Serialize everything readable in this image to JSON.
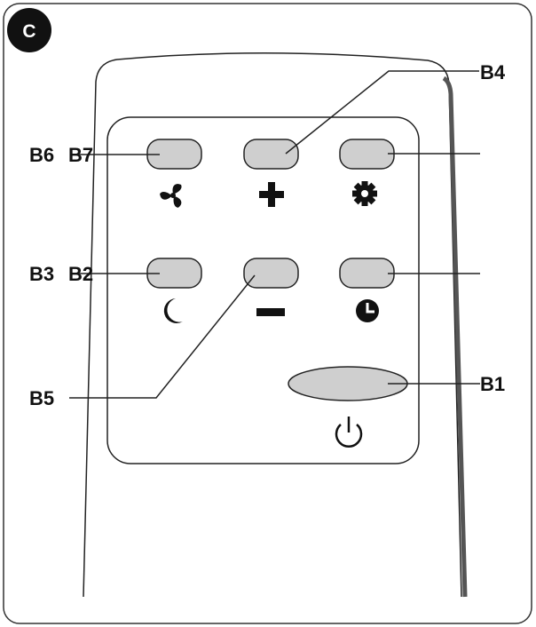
{
  "figure": {
    "panel_letter": "C",
    "labels": {
      "b1": "B1",
      "b2": "B2",
      "b3": "B3",
      "b4": "B4",
      "b5": "B5",
      "b6": "B6",
      "b7": "B7"
    },
    "icons": {
      "fan": "fan-icon",
      "plus": "plus-icon",
      "settings": "gear-icon",
      "sleep": "moon-icon",
      "minus": "minus-icon",
      "timer": "clock-icon",
      "power": "power-icon"
    },
    "colors": {
      "button_fill": "#cfcfcf",
      "line": "#222222",
      "badge": "#111111",
      "remote_edge": "#555555"
    }
  }
}
